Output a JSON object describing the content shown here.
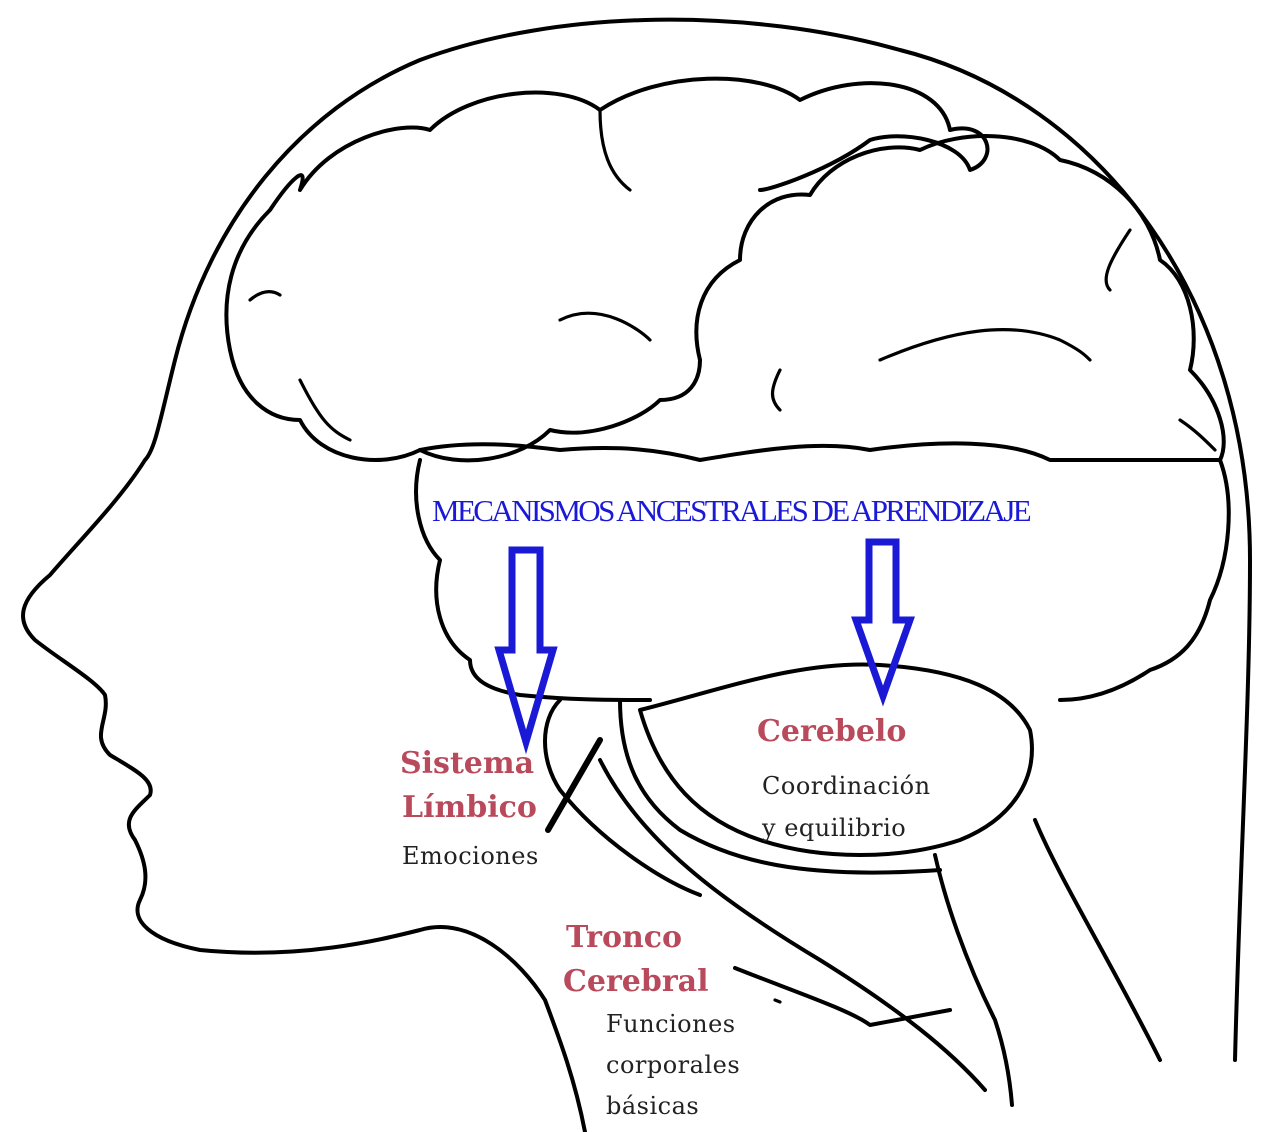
{
  "colors": {
    "background": "#ffffff",
    "outline": "#000000",
    "arrow": "#1a1ad6",
    "banner_text": "#1a1ad6",
    "region_label": "#b84a5c",
    "description": "#222222"
  },
  "banner": "MECANISMOS ANCESTRALES DE APRENDIZAJE",
  "regions": {
    "limbic": {
      "name_line1": "Sistema",
      "name_line2": "Límbico",
      "description": "Emociones"
    },
    "cerebellum": {
      "name": "Cerebelo",
      "description_line1": "Coordinación",
      "description_line2": "y equilibrio"
    },
    "brainstem": {
      "name_line1": "Tronco",
      "name_line2": "Cerebral",
      "description_line1": "Funciones",
      "description_line2": "corporales",
      "description_line3": "básicas"
    }
  }
}
